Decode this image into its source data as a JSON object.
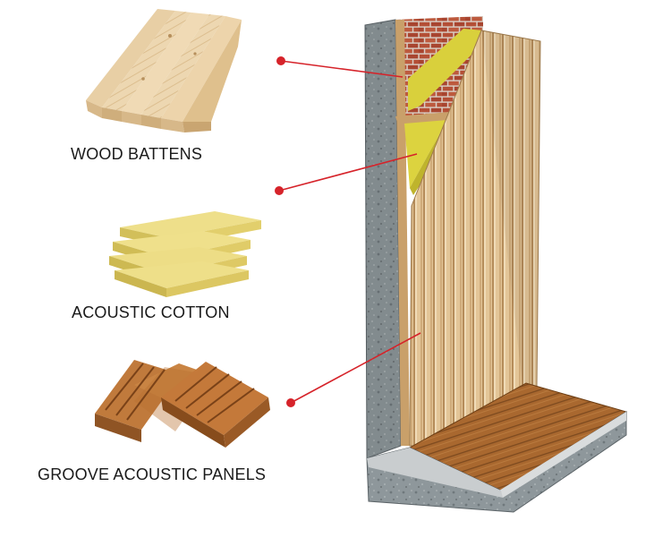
{
  "labels": {
    "wood_battens": "WOOD BATTENS",
    "acoustic_cotton": "ACOUSTIC COTTON",
    "groove_panels": "GROOVE ACOUSTIC PANELS"
  },
  "colors": {
    "concrete": "#8d9599",
    "brick": "#b5533c",
    "cotton": "#d8cf3a",
    "slat_light": "#e2c496",
    "slat_dark": "#b48a58",
    "floor": "#a4652c",
    "leader": "#d6232a"
  }
}
